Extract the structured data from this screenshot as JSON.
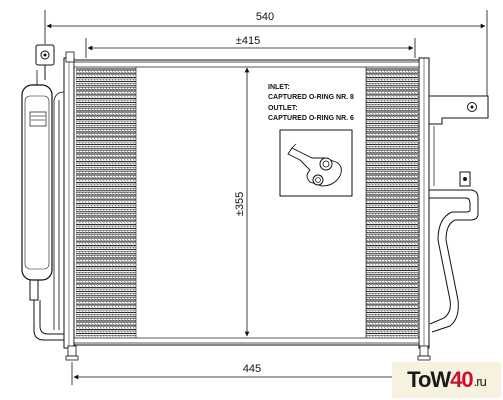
{
  "dimensions": {
    "overall_width": "540",
    "core_width": "±415",
    "core_height": "±355",
    "bottom_width": "445"
  },
  "notes": {
    "inlet_title": "INLET:",
    "inlet_value": "CAPTURED O-RING NR. 8",
    "outlet_title": "OUTLET:",
    "outlet_value": "CAPTURED O-RING NR. 6"
  },
  "watermark": {
    "part1": "ToW",
    "part2": "40",
    "part3": ".ru"
  },
  "colors": {
    "line": "#111111",
    "fin": "#333333",
    "watermark_bg": "#f7f2df",
    "watermark_accent": "#c8102e"
  }
}
